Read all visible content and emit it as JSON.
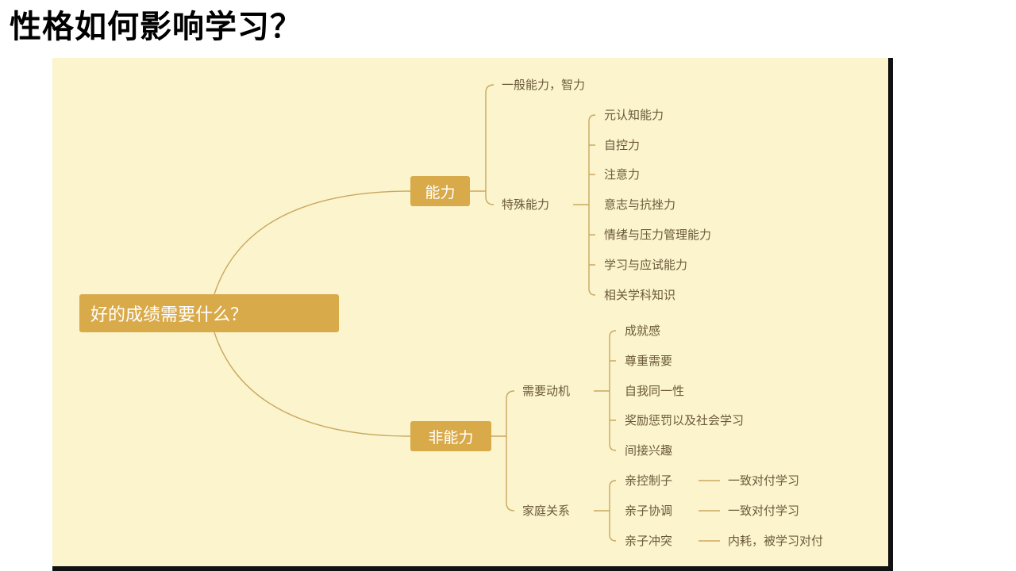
{
  "page_title": "性格如何影响学习？",
  "colors": {
    "panel_bg": "#fbf4cd",
    "node_fill": "#d9aa4a",
    "line": "#c9a85f",
    "text": "#6b5a3a"
  },
  "root": "好的成绩需要什么？",
  "ability": {
    "label": "能力",
    "general": "一般能力，智力",
    "special": {
      "label": "特殊能力",
      "items": [
        "元认知能力",
        "自控力",
        "注意力",
        "意志与抗挫力",
        "情绪与压力管理能力",
        "学习与应试能力",
        "相关学科知识"
      ]
    }
  },
  "non_ability": {
    "label": "非能力",
    "motivation": {
      "label": "需要动机",
      "items": [
        "成就感",
        "尊重需要",
        "自我同一性",
        "奖励惩罚以及社会学习",
        "间接兴趣"
      ]
    },
    "family": {
      "label": "家庭关系",
      "items": [
        {
          "label": "亲控制子",
          "effect": "一致对付学习"
        },
        {
          "label": "亲子协调",
          "effect": "一致对付学习"
        },
        {
          "label": "亲子冲突",
          "effect": "内耗，被学习对付"
        }
      ]
    }
  }
}
